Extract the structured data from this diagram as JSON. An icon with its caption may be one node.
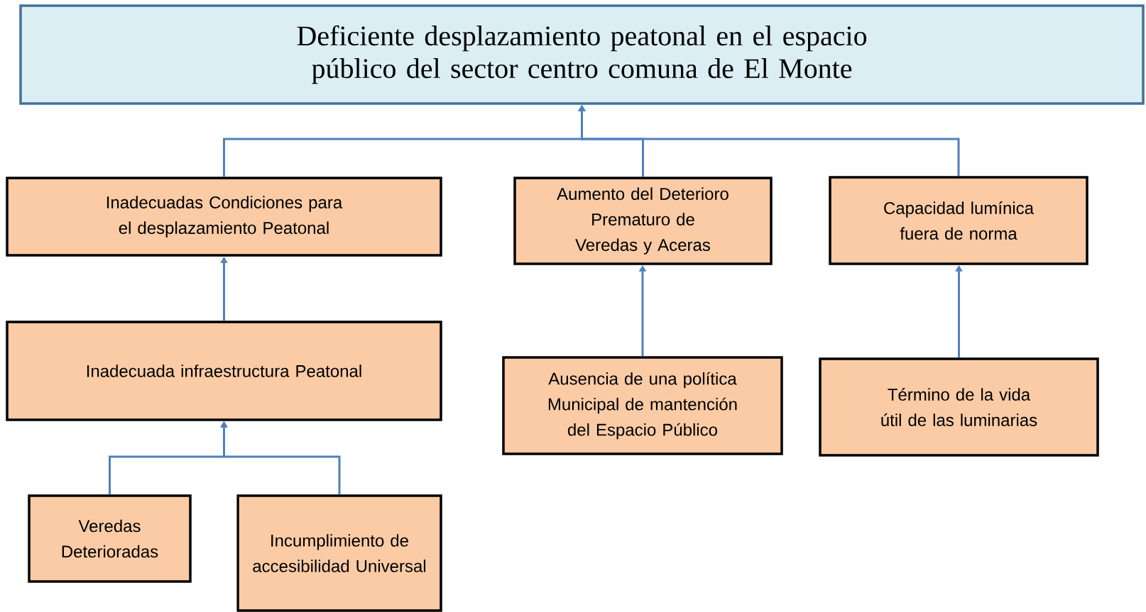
{
  "diagram": {
    "nodes": [
      {
        "text": [
          "Deficiente desplazamiento peatonal en el espacio público del sector centro comuna de El Monte"
        ]
      },
      {
        "text": [
          "Inadecuadas Condiciones para el desplazamiento Peatonal"
        ]
      },
      {
        "text": [
          "Aumento del Deterioro Prematuro de Veredas y Aceras"
        ]
      },
      {
        "text": [
          "Capacidad lumínica fuera de norma"
        ]
      },
      {
        "text": [
          "Inadecuada infraestructura Peatonal"
        ]
      },
      {
        "text": [
          "Ausencia de una política Municipal de mantención del Espacio Público"
        ]
      },
      {
        "text": [
          "Término de la vida útil de las luminarias"
        ]
      },
      {
        "text": [
          "Veredas Deterioradas"
        ]
      },
      {
        "text": [
          "Incumplimiento de accesibilidad Universal"
        ]
      }
    ],
    "edges": [
      {
        "from": 1,
        "to": 0,
        "arrow": "to"
      },
      {
        "from": 2,
        "to": 0,
        "arrow": "to"
      },
      {
        "from": 3,
        "to": 0,
        "arrow": "to"
      },
      {
        "from": 4,
        "to": 1,
        "arrow": "to"
      },
      {
        "from": 5,
        "to": 2,
        "arrow": "to"
      },
      {
        "from": 6,
        "to": 3,
        "arrow": "to"
      },
      {
        "from": 7,
        "to": 4,
        "arrow": "to"
      },
      {
        "from": 8,
        "to": 4,
        "arrow": "to"
      }
    ]
  }
}
